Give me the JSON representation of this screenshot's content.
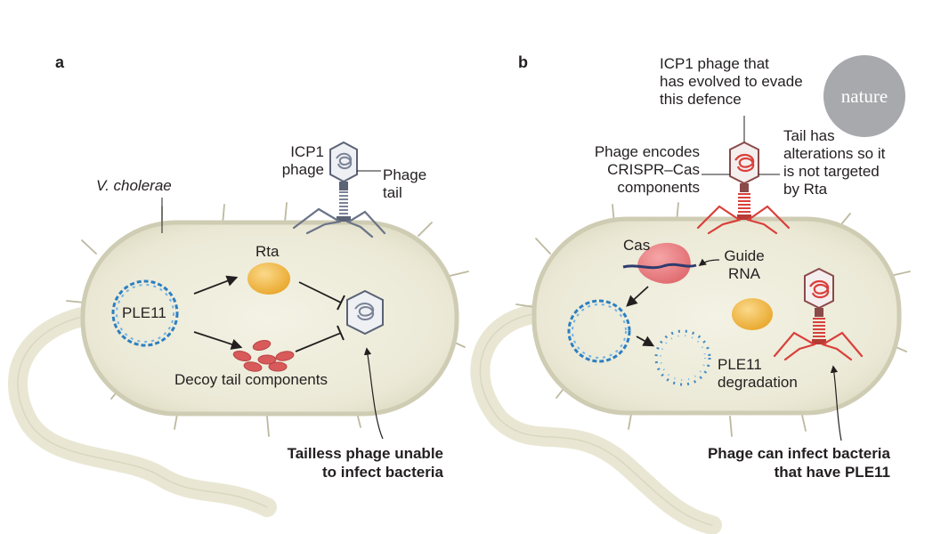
{
  "panel_a": {
    "letter": "a",
    "cell_label": "V. cholerae",
    "phage_label": "ICP1\nphage",
    "tail_label": "Phage\ntail",
    "rta_label": "Rta",
    "ple_label": "PLE11",
    "decoy_label": "Decoy tail components",
    "caption": "Tailless phage unable\nto infect bacteria"
  },
  "panel_b": {
    "letter": "b",
    "evolved_label": "ICP1 phage that\nhas evolved to evade\nthis defence",
    "encodes_label": "Phage encodes\nCRISPR–Cas\ncomponents",
    "tail_alter_label": "Tail has\nalterations so it\nis not targeted\nby Rta",
    "cas_label": "Cas",
    "guide_label": "Guide\nRNA",
    "degradation_label": "PLE11\ndegradation",
    "caption": "Phage can infect bacteria\nthat have PLE11"
  },
  "logo": {
    "text": "nature"
  },
  "colors": {
    "cell_fill": "#efeedd",
    "cell_stroke": "#cdcbb4",
    "phage_grey": "#8a93a6",
    "phage_red": "#d9403a",
    "dna_blue": "#2c7fc0",
    "rta_yellow": "#f0b93a",
    "cas_pink": "#e8757a",
    "decoy_red": "#d85a5a"
  }
}
